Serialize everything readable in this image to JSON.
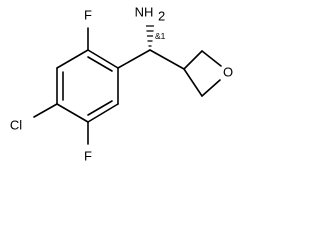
{
  "molecule": {
    "atom_labels": {
      "amine": "NH",
      "amine_subscript": "2",
      "stereo_descriptor": "&1",
      "fluorine_top": "F",
      "fluorine_bottom": "F",
      "chlorine": "Cl",
      "oxygen": "O"
    }
  },
  "colors": {
    "bond": "#000000",
    "background": "#ffffff"
  }
}
